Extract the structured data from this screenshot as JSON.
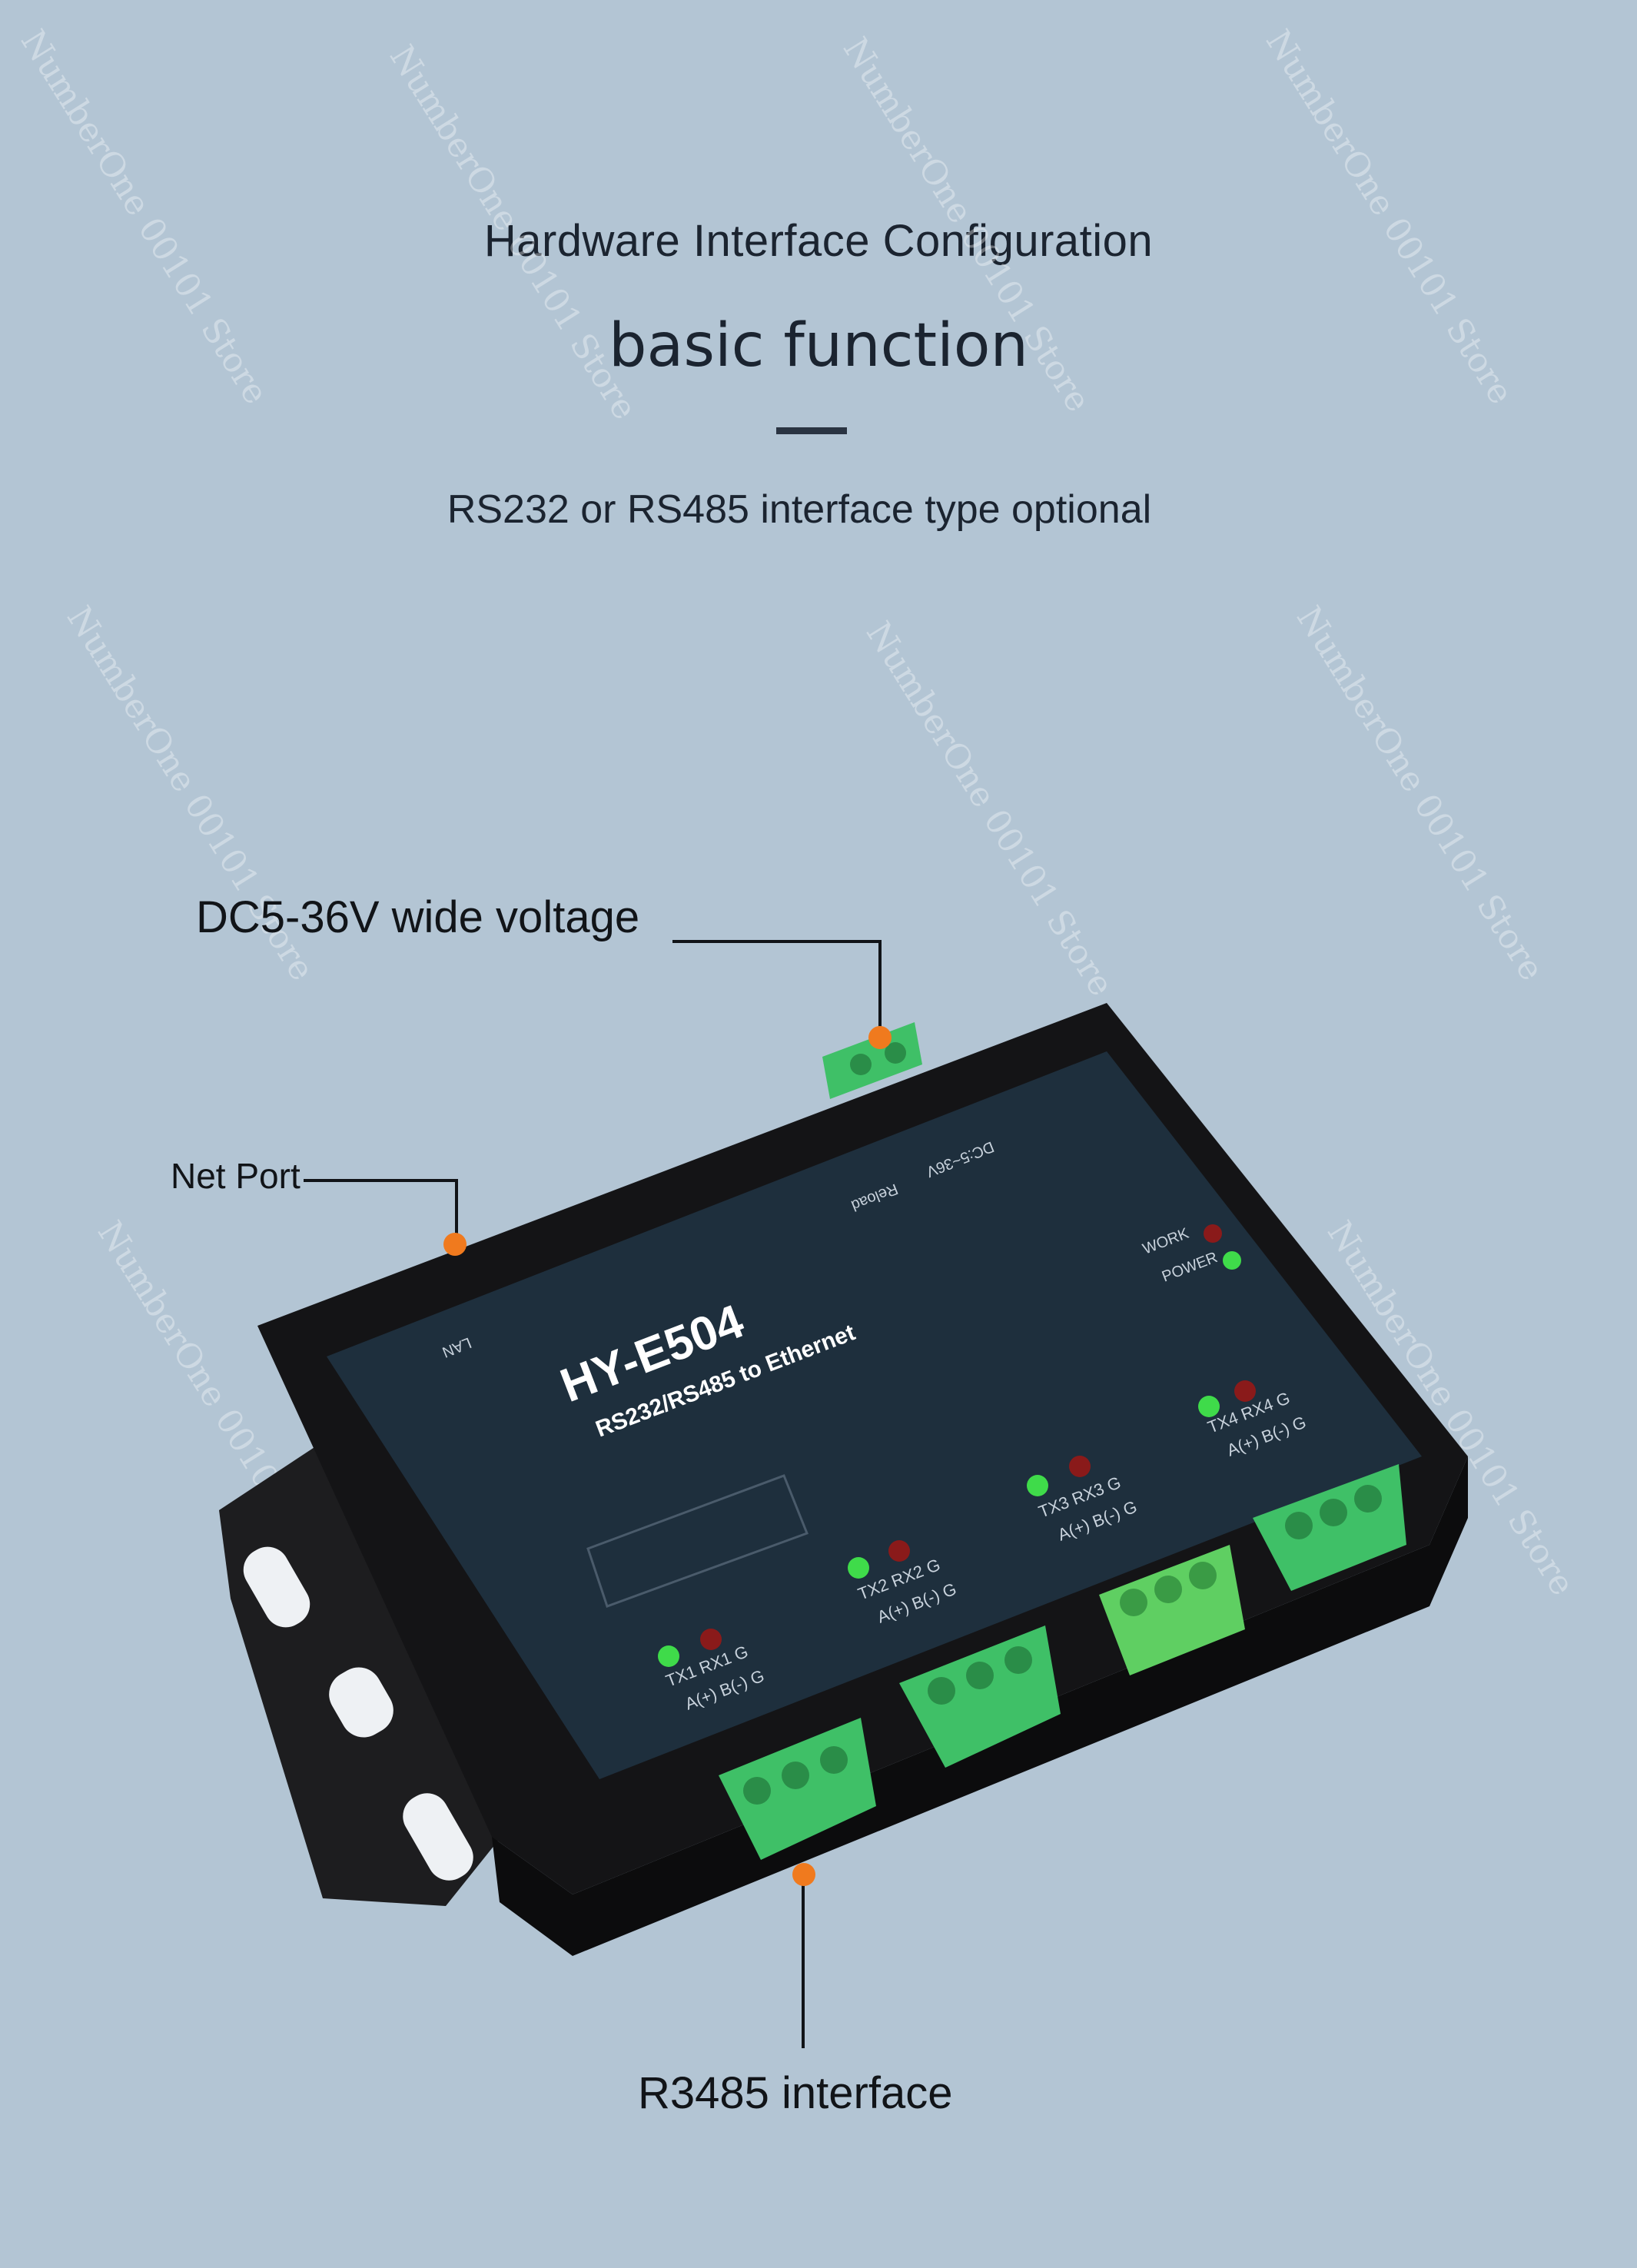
{
  "header": {
    "section_label": "Hardware Interface Configuration",
    "title": "basic function",
    "subtitle": "RS232 or RS485 interface type optional"
  },
  "callouts": {
    "power": "DC5-36V wide voltage",
    "net_port": "Net Port",
    "serial": "R3485 interface"
  },
  "device": {
    "brand": "HY-E504",
    "tagline": "RS232/RS485 to Ethernet",
    "lan_label": "LAN",
    "reload_label": "Reload",
    "power_label": "DC:5~36V",
    "work_led": "WORK",
    "power_led": "POWER",
    "port_labels": [
      {
        "led": "TX1  RX1 G",
        "pins": "A(+) B(-) G"
      },
      {
        "led": "TX2  RX2 G",
        "pins": "A(+) B(-) G"
      },
      {
        "led": "TX3  RX3 G",
        "pins": "A(+) B(-) G"
      },
      {
        "led": "TX4  RX4 G",
        "pins": "A(+) B(-) G"
      }
    ]
  },
  "watermark": "NumberOne 00101 Store",
  "colors": {
    "background": "#b3c5d4",
    "accent_dot": "#f07a1e",
    "terminal_green": "#3fc067",
    "case": "#1a1a1c",
    "panel": "#1e2f3d"
  }
}
